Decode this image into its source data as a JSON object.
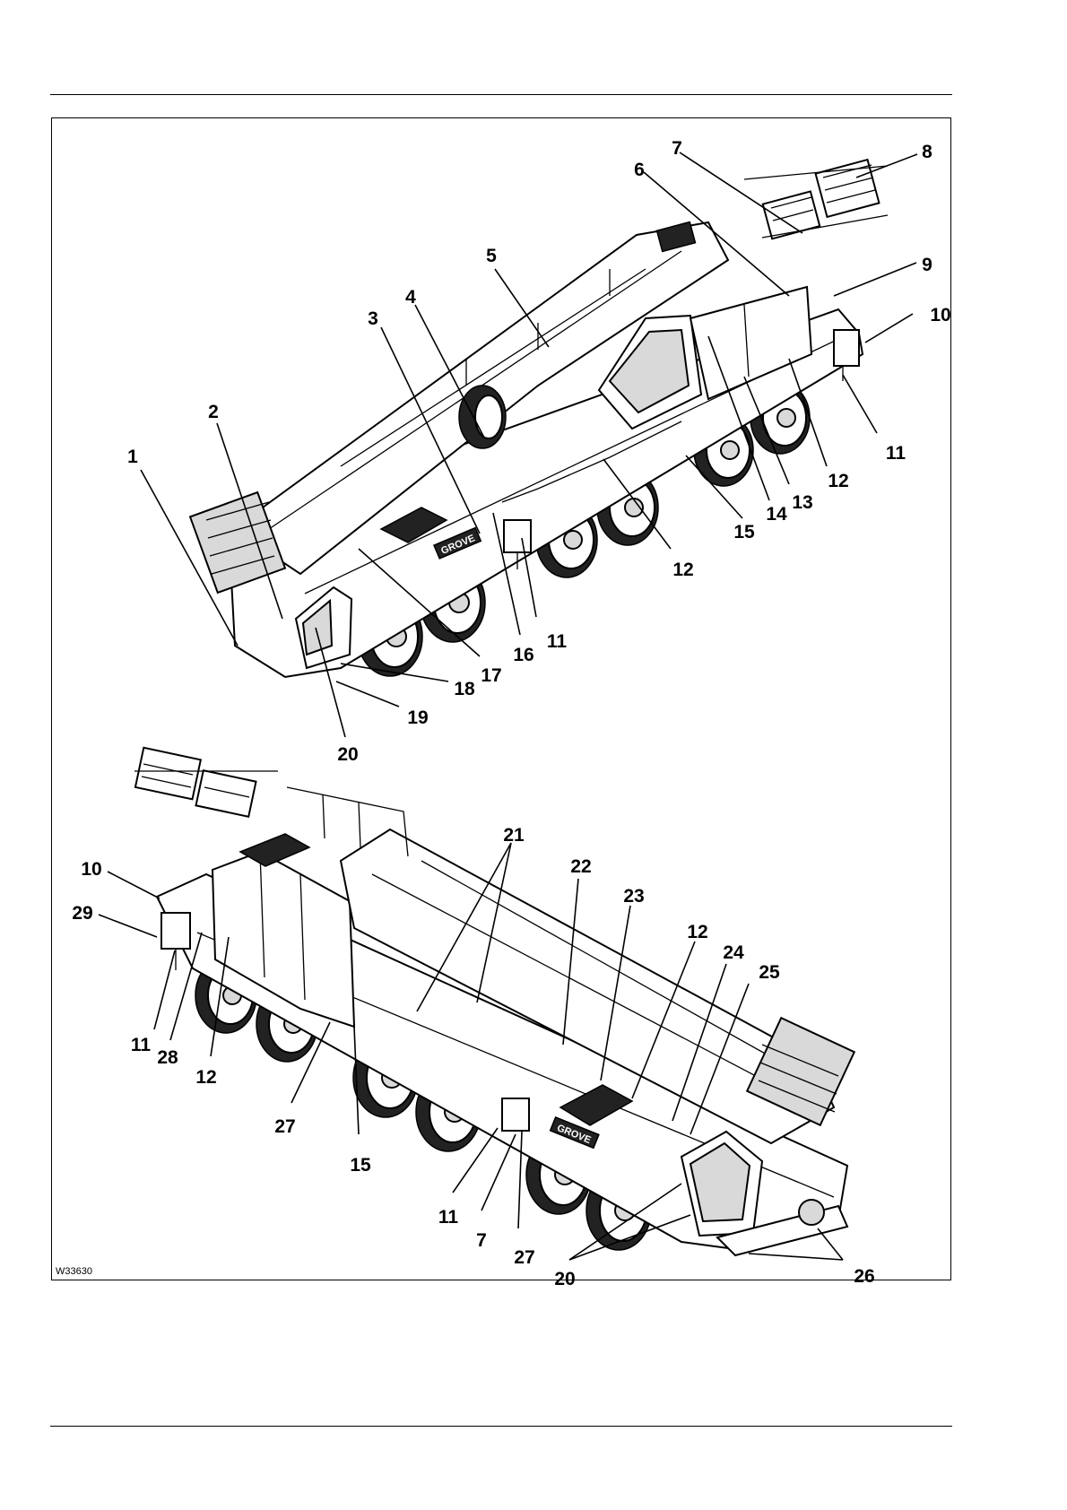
{
  "figure": {
    "code": "W33630",
    "badge_text": "GROVE",
    "callouts_top": [
      {
        "id": "c1",
        "label": "1"
      },
      {
        "id": "c2",
        "label": "2"
      },
      {
        "id": "c3",
        "label": "3"
      },
      {
        "id": "c4",
        "label": "4"
      },
      {
        "id": "c5",
        "label": "5"
      },
      {
        "id": "c6",
        "label": "6"
      },
      {
        "id": "c7",
        "label": "7"
      },
      {
        "id": "c8",
        "label": "8"
      },
      {
        "id": "c9",
        "label": "9"
      },
      {
        "id": "c10",
        "label": "10"
      },
      {
        "id": "c11a",
        "label": "11"
      },
      {
        "id": "c12a",
        "label": "12"
      },
      {
        "id": "c13",
        "label": "13"
      },
      {
        "id": "c14",
        "label": "14"
      },
      {
        "id": "c15",
        "label": "15"
      },
      {
        "id": "c12b",
        "label": "12"
      },
      {
        "id": "c11b",
        "label": "11"
      },
      {
        "id": "c16",
        "label": "16"
      },
      {
        "id": "c17",
        "label": "17"
      },
      {
        "id": "c18",
        "label": "18"
      },
      {
        "id": "c19",
        "label": "19"
      },
      {
        "id": "c20",
        "label": "20"
      }
    ],
    "callouts_bottom": [
      {
        "id": "d21",
        "label": "21"
      },
      {
        "id": "d22",
        "label": "22"
      },
      {
        "id": "d23",
        "label": "23"
      },
      {
        "id": "d12a",
        "label": "12"
      },
      {
        "id": "d24",
        "label": "24"
      },
      {
        "id": "d25",
        "label": "25"
      },
      {
        "id": "d10",
        "label": "10"
      },
      {
        "id": "d29",
        "label": "29"
      },
      {
        "id": "d11a",
        "label": "11"
      },
      {
        "id": "d28",
        "label": "28"
      },
      {
        "id": "d12b",
        "label": "12"
      },
      {
        "id": "d27a",
        "label": "27"
      },
      {
        "id": "d15",
        "label": "15"
      },
      {
        "id": "d11b",
        "label": "11"
      },
      {
        "id": "d7",
        "label": "7"
      },
      {
        "id": "d27b",
        "label": "27"
      },
      {
        "id": "d20",
        "label": "20"
      },
      {
        "id": "d26",
        "label": "26"
      }
    ]
  }
}
